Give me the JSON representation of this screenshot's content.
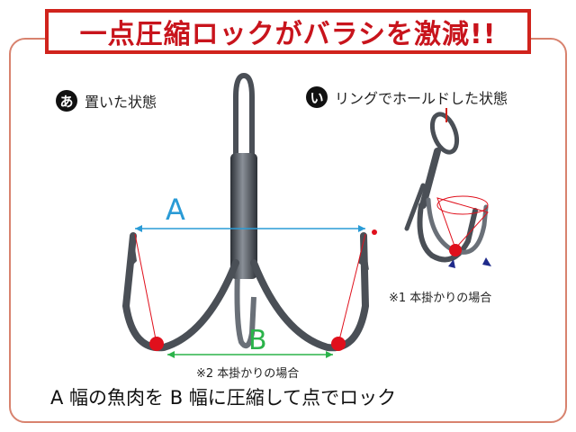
{
  "title": "一点圧縮ロックがバラシを激減!!",
  "state_a": {
    "badge": "あ",
    "label": "置いた状態"
  },
  "state_b": {
    "badge": "い",
    "label": "リングでホールドした状態"
  },
  "dimension_a": "A",
  "dimension_b": "B",
  "note_single": "※1 本掛かりの場合",
  "note_double": "※2 本掛かりの場合",
  "caption": "A 幅の魚肉を B 幅に圧縮して点でロック",
  "colors": {
    "title_red": "#c8141c",
    "frame_salmon": "#d8826e",
    "dimension_a_blue": "#2a9bd6",
    "dimension_b_green": "#2bb34a",
    "contact_red": "#e0101c",
    "hook_gray": "#5a5f66"
  }
}
